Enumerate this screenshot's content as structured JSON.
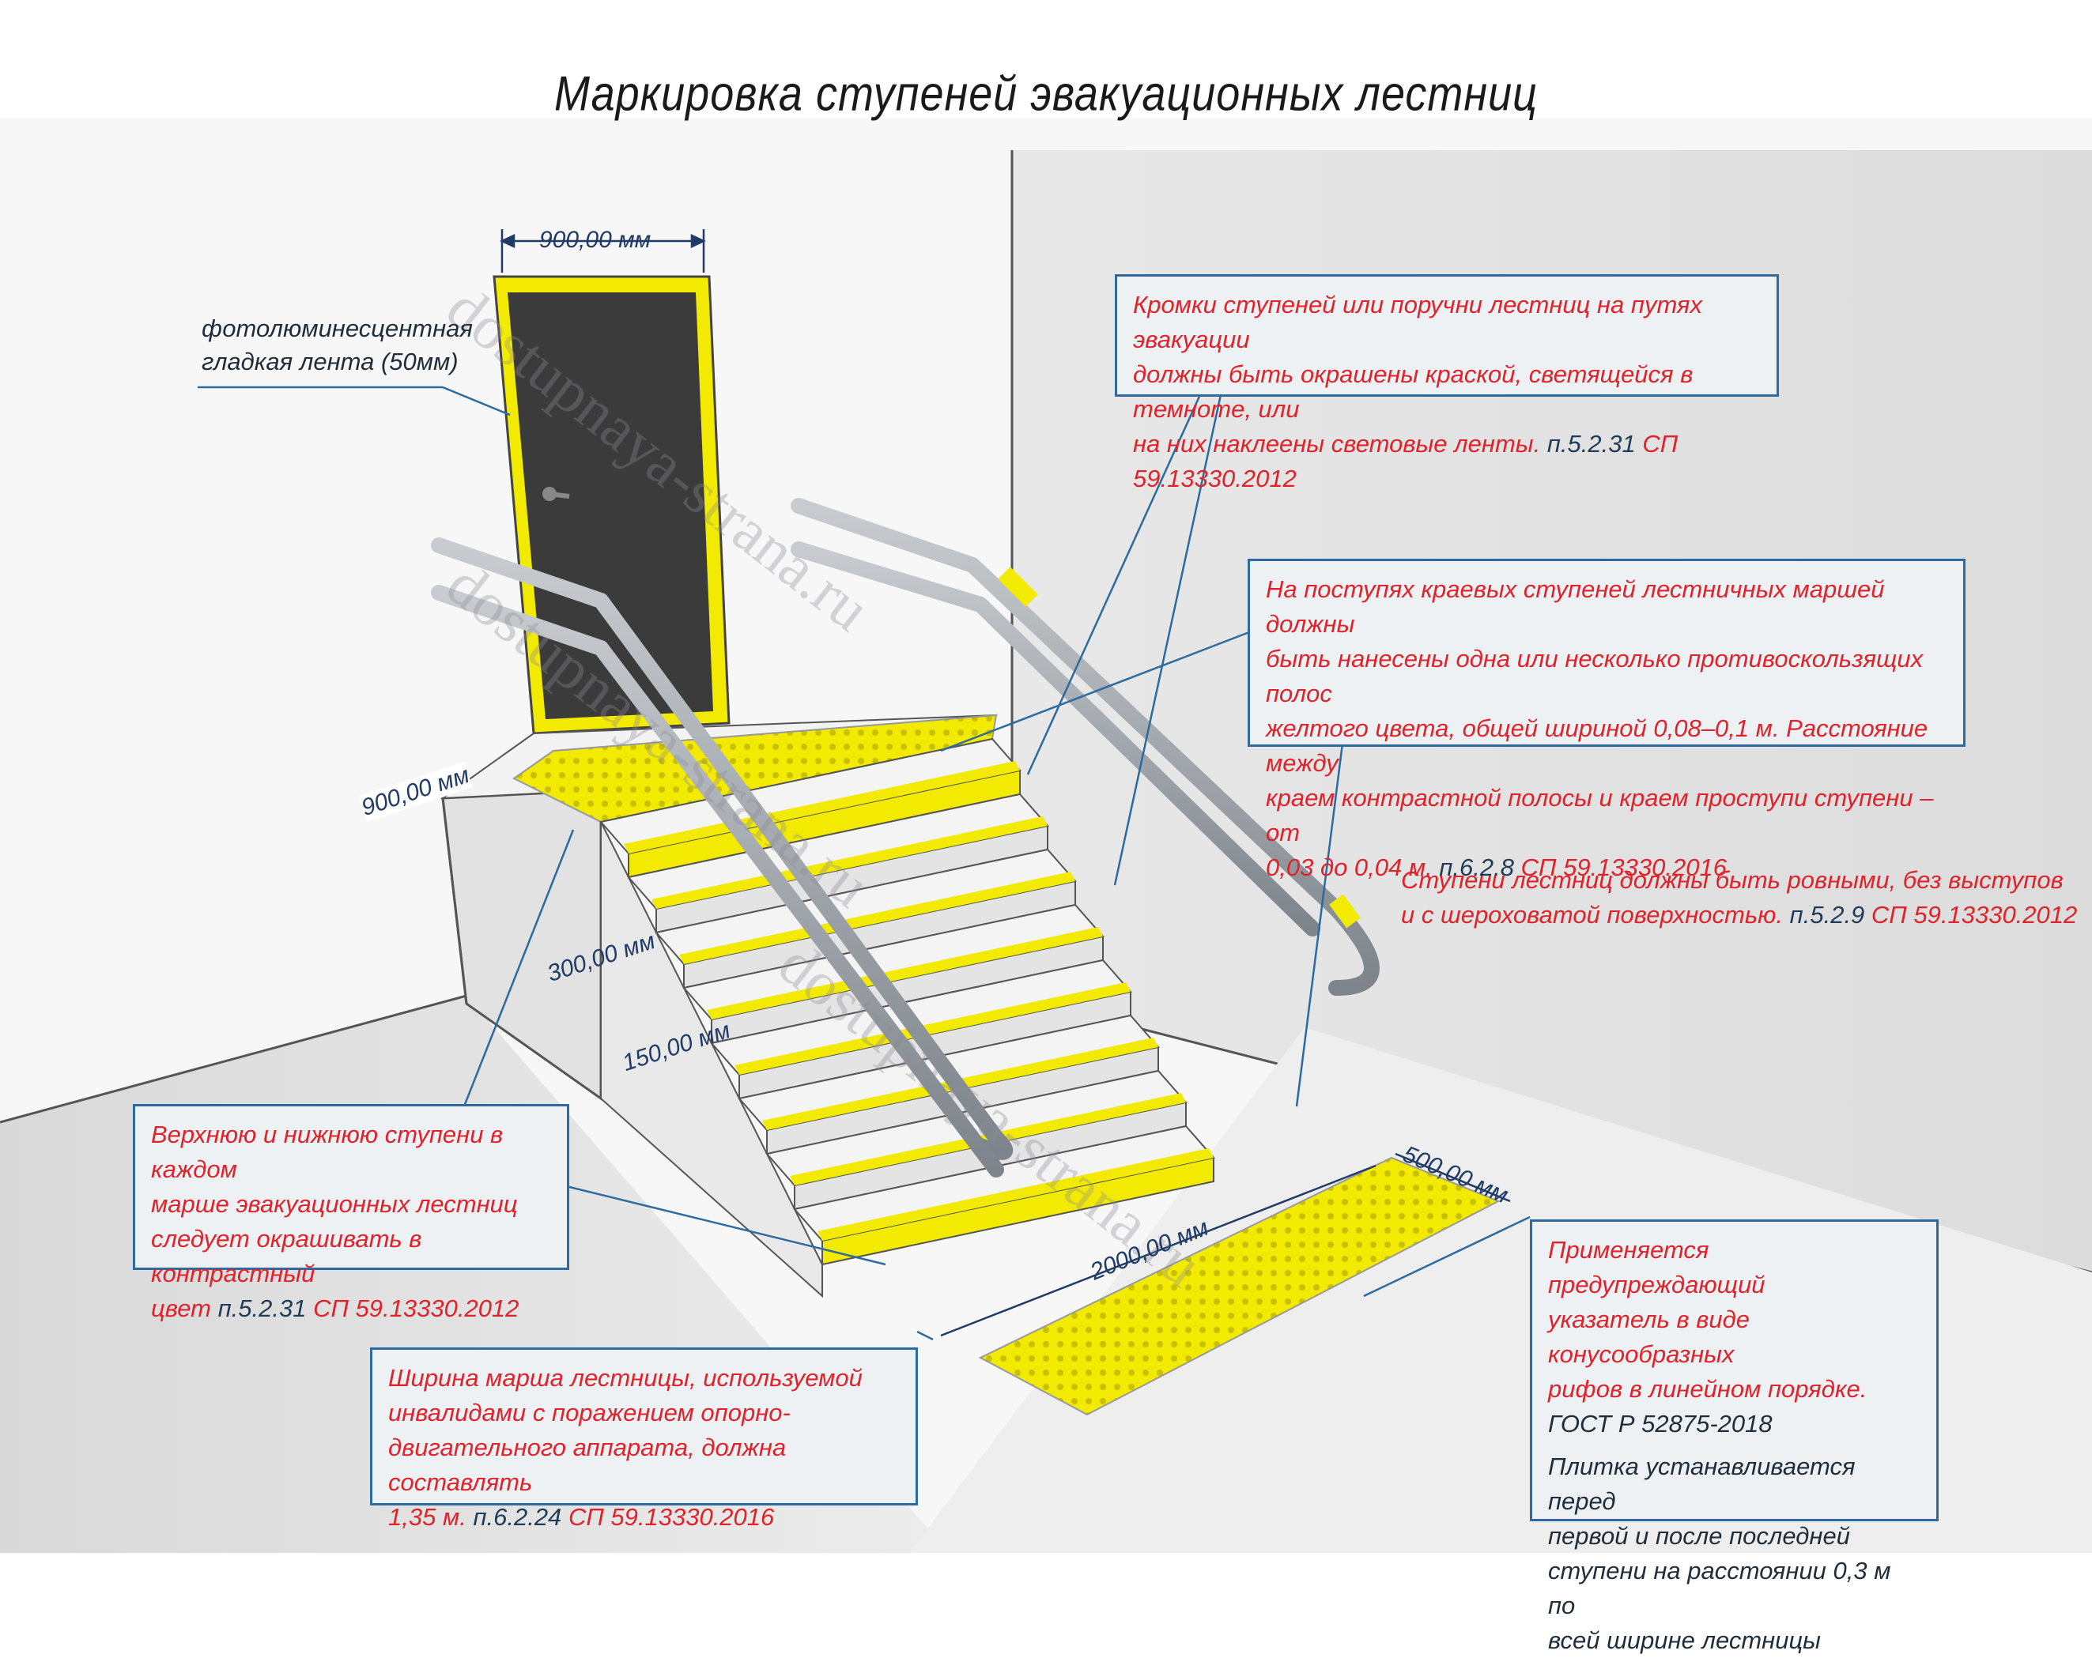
{
  "title": "Маркировка ступеней эвакуационных лестниц",
  "labels": {
    "photoluminescent_line1": "фотолюминесцентная",
    "photoluminescent_line2": "гладкая лента (50мм)"
  },
  "dimensions": {
    "door_width": "900,00 мм",
    "landing_depth": "900,00 мм",
    "tread_depth": "300,00 мм",
    "riser_height": "150,00 мм",
    "march_width": "2000,00 мм",
    "tile_depth": "500,00 мм"
  },
  "notes": {
    "edges": {
      "line1": "Кромки ступеней или поручни лестниц на путях эвакуации",
      "line2": "должны быть окрашены краской, светящейся в темноте, или",
      "line3": "на них наклеены световые ленты.",
      "ref": "п.5.2.31",
      "ref_doc": "СП 59.13330.2012"
    },
    "stripes": {
      "line1": "На поступях краевых ступеней лестничных маршей должны",
      "line2": "быть нанесены одна или несколько противоскользящих полос",
      "line3": "желтого цвета, общей шириной 0,08–0,1 м. Расстояние между",
      "line4": "краем контрастной полосы и краем проступи ступени – от",
      "line5": "0,03 до 0,04 м.",
      "ref": "п.6.2.8",
      "ref_doc": "СП 59.13330.2016"
    },
    "even": {
      "line1": "Ступени лестниц должны быть ровными, без выступов",
      "line2": "и с шероховатой поверхностью.",
      "ref": "п.5.2.9",
      "ref_doc": "СП 59.13330.2012"
    },
    "top_bottom": {
      "line1": "Верхнюю и нижнюю ступени в каждом",
      "line2": "марше эвакуационных лестниц",
      "line3": "следует окрашивать в контрастный",
      "line4": "цвет",
      "ref": "п.5.2.31",
      "ref_doc": "СП 59.13330.2012"
    },
    "width": {
      "line1": "Ширина марша лестницы, используемой",
      "line2": "инвалидами с поражением опорно-",
      "line3": "двигательного аппарата, должна составлять",
      "line4": "1,35 м.",
      "ref": "п.6.2.24",
      "ref_doc": "СП 59.13330.2016"
    },
    "tactile": {
      "line1": "Применяется предупреждающий",
      "line2": "указатель в виде конусообразных",
      "line3": "рифов в линейном порядке.",
      "line4": "ГОСТ Р 52875-2018",
      "line5": "Плитка устанавливается перед",
      "line6": "первой и  после последней",
      "line7": "ступени на расстоянии 0,3 м по",
      "line8": "всей ширине лестницы"
    }
  },
  "watermark": "dostupnaya-strana.ru",
  "colors": {
    "accent_yellow": "#f2ea00",
    "note_red": "#e0222a",
    "frame_blue": "#2c6a9f",
    "door": "#3b3b3b",
    "rail": "#9aa0a6"
  }
}
